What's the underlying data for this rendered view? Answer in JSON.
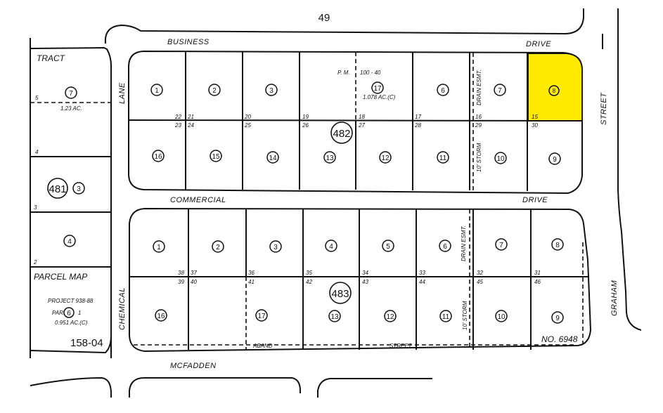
{
  "map": {
    "page_number": "49",
    "highlight_color": "#FFEB00",
    "streets": {
      "business": "BUSINESS",
      "business_drive": "DRIVE",
      "commercial": "COMMERCIAL",
      "commercial_drive": "DRIVE",
      "lane": "LANE",
      "chemical": "CHEMICAL",
      "street_east": "STREET",
      "graham": "GRAHAM",
      "mcfadden": "MCFADDEN",
      "street_bottom": "STREET",
      "aband": "ABAND"
    },
    "labels": {
      "tract": "TRACT",
      "parcel_map": "PARCEL MAP",
      "project": "PROJECT 938-88",
      "par_prefix": "PAR.",
      "par_number": "6",
      "par_suffix": "1",
      "par_area": "0.951 AC.(C)",
      "map_ref": "158-04",
      "tract_no": "NO. 6948",
      "pm_ref_a": "P. M.",
      "pm_ref_b": "100 - 40",
      "lot17_area": "1.078 AC.(C)",
      "tract_area": "1.23 AC.",
      "drain_top": "DRAIN ESMT.",
      "storm_top": "10' STORM",
      "drain_bottom": "DRAIN ESMT.",
      "storm_bottom": "10' STORM"
    },
    "blocks": {
      "block_481": "481",
      "block_482": "482",
      "block_483": "483"
    },
    "tract_lots": {
      "lot_7": "7",
      "lot_3": "3",
      "lot_4": "4",
      "idx_5": "5",
      "idx_4": "4",
      "idx_3": "3",
      "idx_2": "2"
    },
    "block_482_lots": {
      "top": [
        "1",
        "2",
        "3",
        "17",
        "6",
        "7",
        "8"
      ],
      "bottom": [
        "16",
        "15",
        "14",
        "13",
        "12",
        "11",
        "10",
        "9"
      ]
    },
    "block_482_index_numbers": {
      "top": [
        "22",
        "21",
        "20",
        "19",
        "18",
        "17",
        "16",
        "15"
      ],
      "bottom": [
        "23",
        "24",
        "25",
        "26",
        "27",
        "28",
        "29",
        "30"
      ]
    },
    "block_483_lots": {
      "top": [
        "1",
        "2",
        "3",
        "4",
        "5",
        "6",
        "7",
        "8"
      ],
      "bottom": [
        "16",
        "17",
        "13",
        "12",
        "11",
        "10",
        "9"
      ]
    },
    "block_483_index_numbers": {
      "top": [
        "38",
        "37",
        "36",
        "35",
        "34",
        "33",
        "32",
        "31"
      ],
      "bottom": [
        "39",
        "40",
        "41",
        "42",
        "43",
        "44",
        "45",
        "46"
      ]
    },
    "highlighted_parcel": {
      "block": "482",
      "lot": "8"
    }
  }
}
